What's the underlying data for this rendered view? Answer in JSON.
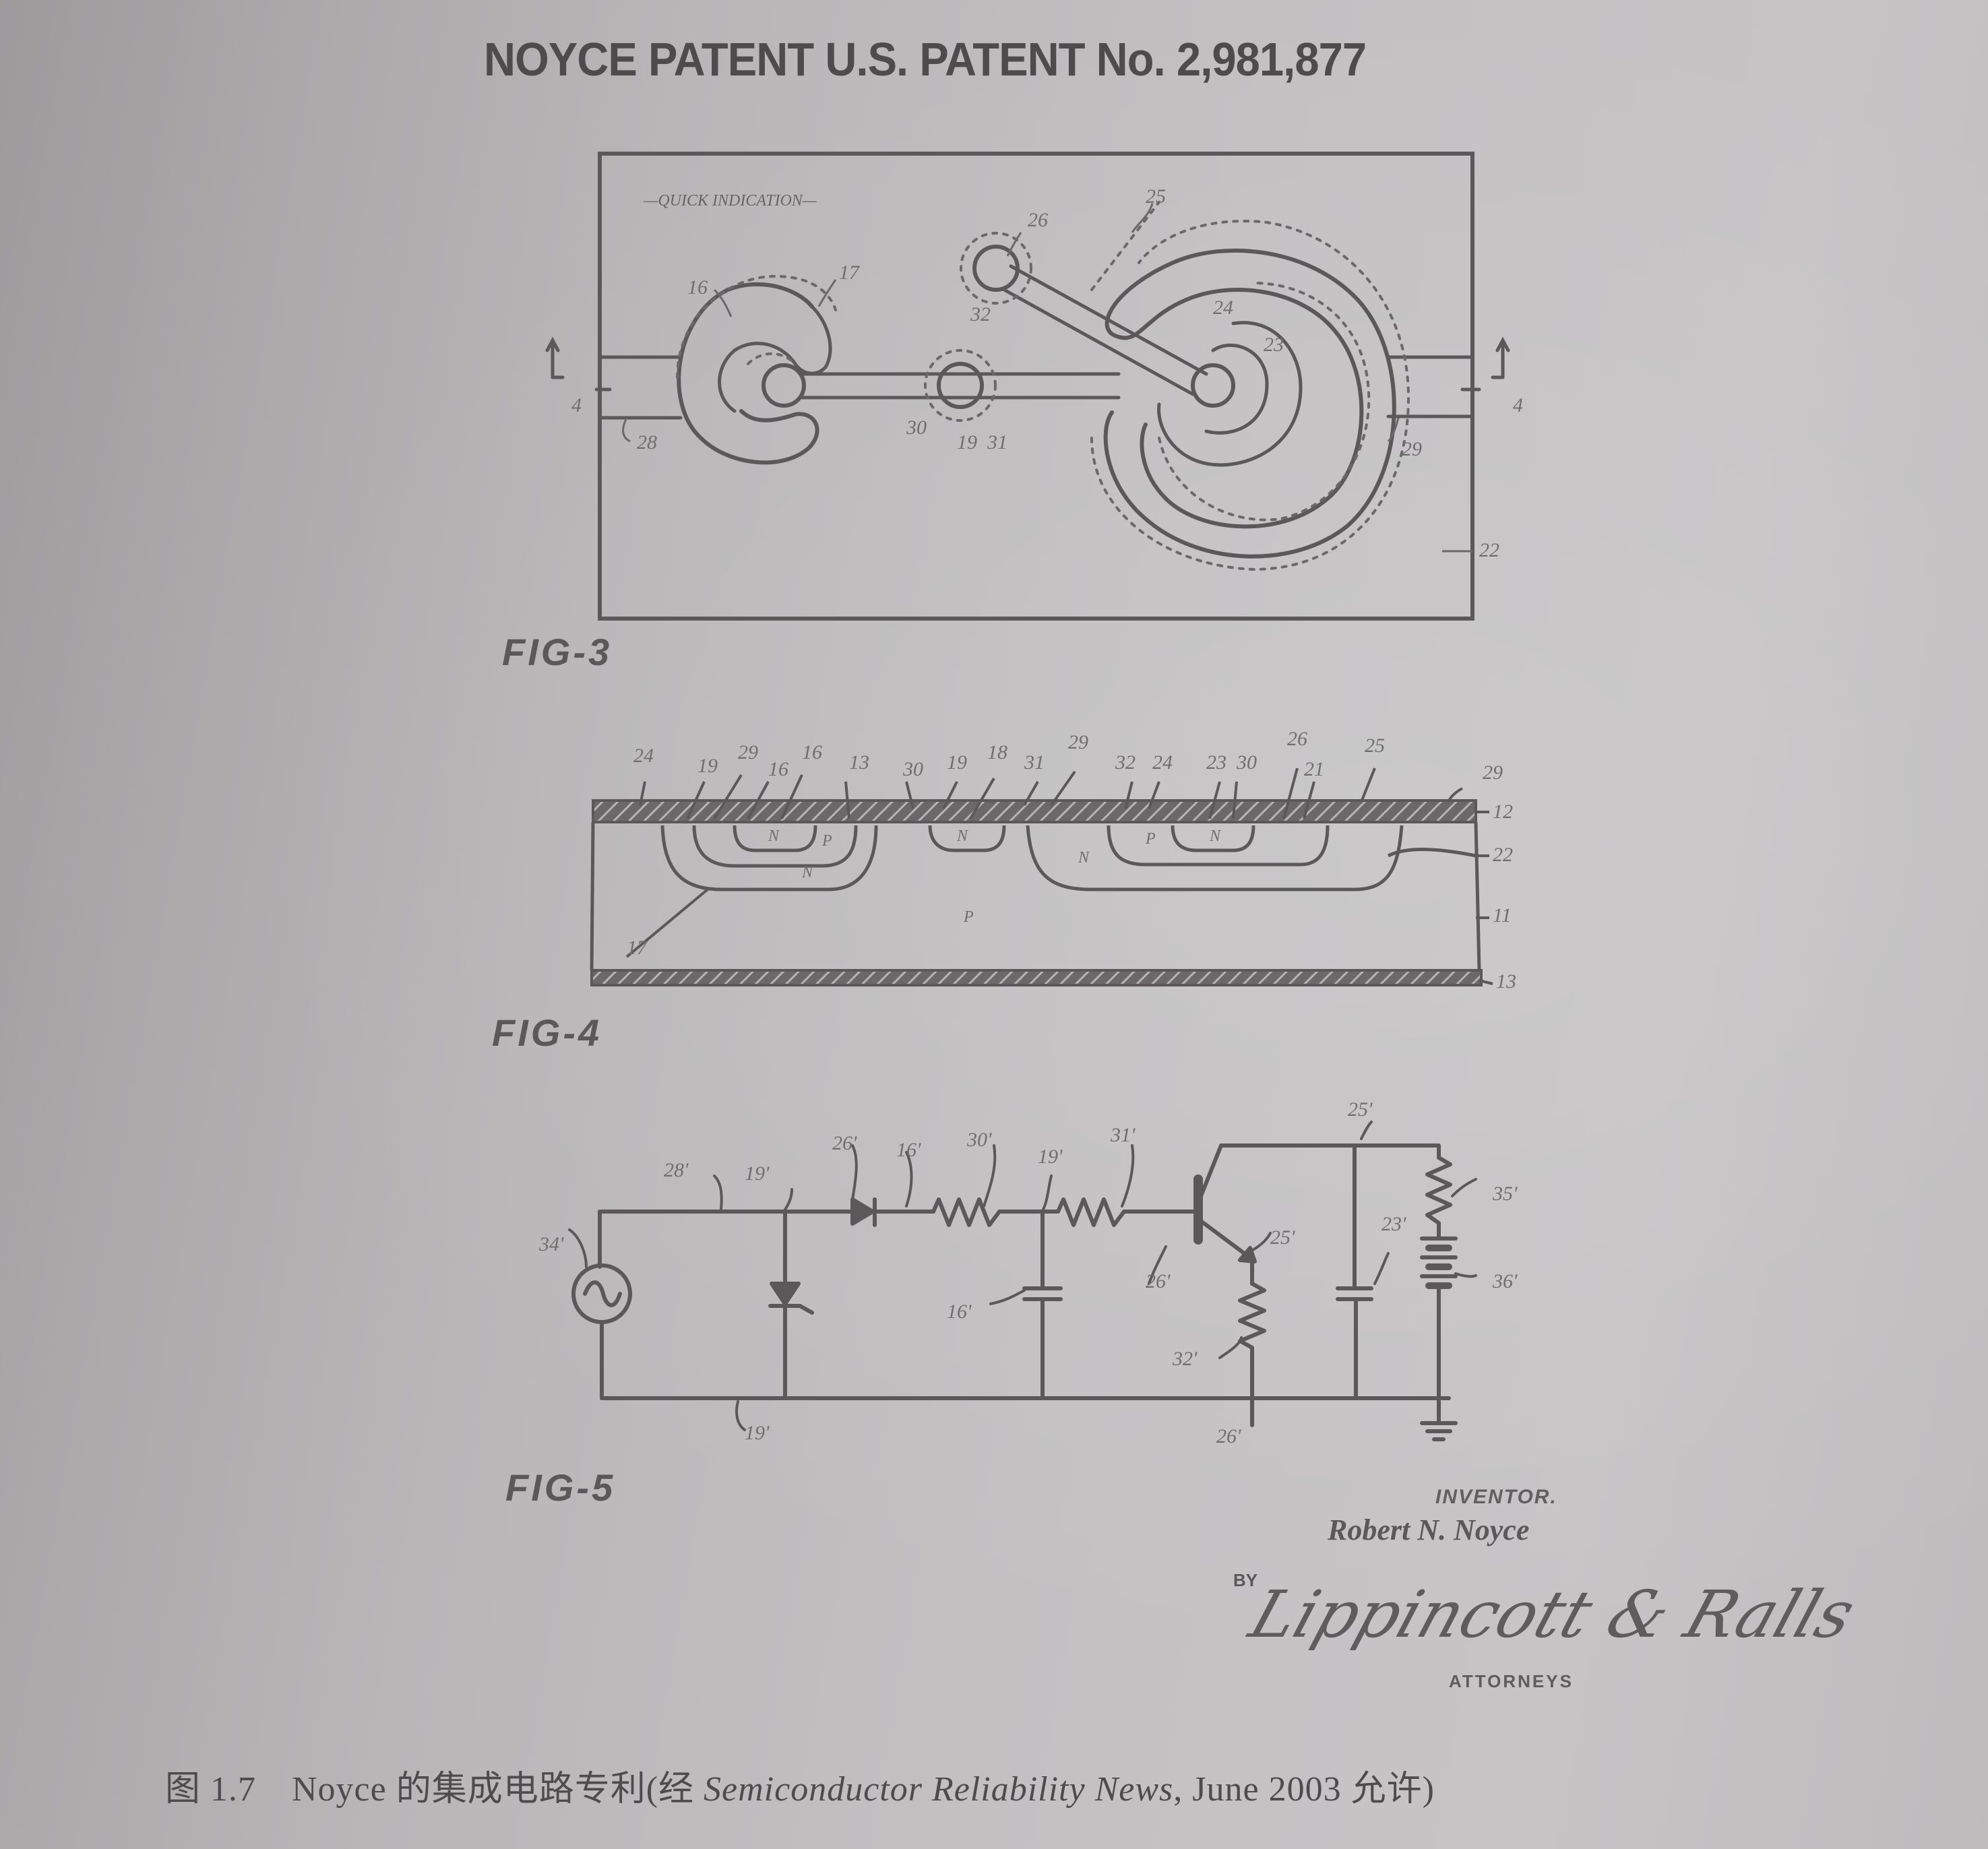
{
  "header": {
    "title": "NOYCE PATENT U.S. PATENT No. 2,981,877"
  },
  "figures": {
    "fig3": {
      "label": "FIG-3",
      "note": "—QUICK INDICATION—",
      "refs": {
        "r16": "16",
        "r17": "17",
        "r25": "25",
        "r26": "26",
        "r32": "32",
        "r24": "24",
        "r23": "23",
        "r28": "28",
        "r30": "30",
        "r19": "19",
        "r31": "31",
        "r29": "29",
        "r22": "22",
        "r4a": "4",
        "r4b": "4"
      }
    },
    "fig4": {
      "label": "FIG-4",
      "top_refs": [
        "24",
        "19",
        "29",
        "16",
        "16",
        "13",
        "30",
        "19",
        "18",
        "31",
        "29",
        "32",
        "24",
        "23",
        "30",
        "26",
        "21",
        "25"
      ],
      "right_refs": {
        "r29": "29",
        "r12": "12",
        "r22": "22",
        "r11": "11",
        "r13": "13"
      },
      "region_labels": {
        "n1": "N",
        "p1": "P",
        "n2": "N",
        "n3": "N",
        "n4": "N",
        "p2": "P",
        "n5": "N",
        "p3": "P",
        "r17": "17"
      }
    },
    "fig5": {
      "label": "FIG-5",
      "refs": {
        "r28": "28'",
        "r19a": "19'",
        "r26a": "26'",
        "r16a": "16'",
        "r30": "30'",
        "r19b": "19'",
        "r31": "31'",
        "r25a": "25'",
        "r34": "34'",
        "r16b": "16'",
        "r26b": "26'",
        "r25b": "25'",
        "r32": "32'",
        "r23": "23'",
        "r35": "35'",
        "r36": "36'",
        "r19c": "19'",
        "r26c": "26'"
      }
    }
  },
  "signature": {
    "inventor_label": "INVENTOR.",
    "inventor_name": "Robert N. Noyce",
    "by_label": "BY",
    "firm_signature": "Lippincott & Ralls",
    "attorneys_label": "ATTORNEYS"
  },
  "caption": {
    "prefix": "图 1.7　Noyce 的集成电路专利(经 ",
    "source": "Semiconductor Reliability News",
    "suffix": ", June 2003 允许)"
  },
  "colors": {
    "ink": "#5a5859",
    "paper_light": "#c6c4c5",
    "paper_dark": "#9c9a9b"
  }
}
